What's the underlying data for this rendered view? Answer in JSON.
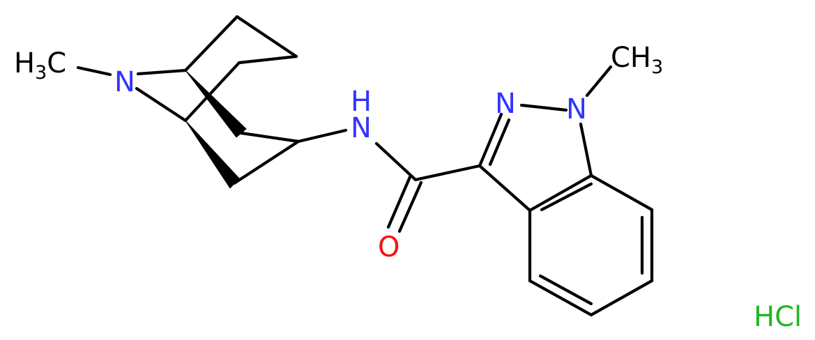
{
  "molecule": {
    "labels": {
      "methyl_left": {
        "main": "H",
        "sub": "3",
        "tail": "C"
      },
      "n_bridge": "N",
      "n_amide": "N",
      "h_amide": "H",
      "n2_indazole": "N",
      "n1_indazole": "N",
      "methyl_right": {
        "main": "CH",
        "sub": "3"
      },
      "oxygen": "O",
      "salt": "HCl"
    },
    "colors": {
      "bond": "#000000",
      "carbon_label": "#000000",
      "nitrogen": "#3333ff",
      "oxygen": "#ff0d0d",
      "chlorine": "#1fb81f"
    }
  }
}
